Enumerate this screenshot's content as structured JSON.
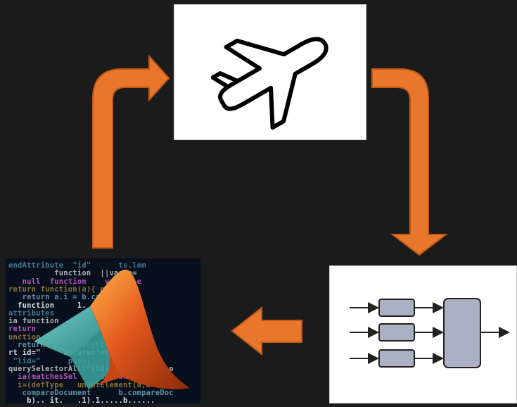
{
  "colors": {
    "background": "#1b1b1b",
    "arrow": "#e8762d",
    "arrow_outline": "#c25a14",
    "panel": "#ffffff",
    "block_fill": "#a9b1c2",
    "block_stroke": "#222222",
    "code_bg": "#07101c"
  },
  "icons": {
    "plane": "airplane-icon",
    "blocks": "block-diagram-icon",
    "matlab": "matlab-membrane-logo"
  },
  "code_lines": [
    "endAttribute  \"id\"      ts.lem",
    "          function  ||var e=",
    "   null  function    var ne e",
    "return function(a){ nodeName",
    "   return a.i = b.call(var",
    "  function     1.    function",
    "attributes          return a.c",
    "ia function          nChild(a)",
    "return            e(b)));(d",
    "unction              typeof",
    "  return        sByClass",
    "rt id=\"     apture='<opt",
    " \"lid=\"      push(\"  ),a.c",
    "querySelectorAll(\"[id]\").length&&q.p",
    "  ia(matchesSel     ia(function(a",
    "  i=(defType   umentElement(a,d=b&&b.",
    "   compareDocument      b.compareDoc",
    "    b).. it.   .1).1.....b......"
  ]
}
